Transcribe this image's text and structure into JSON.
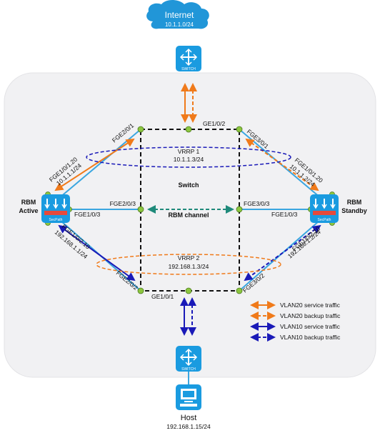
{
  "internet": {
    "name": "Internet",
    "subnet": "10.1.1.0/24"
  },
  "switch_label": "SWITCH",
  "switch_area_label": "Switch",
  "ports": {
    "ge_top": "GE1/0/2",
    "ge_bottom": "GE1/0/1",
    "fge2_1": "FGE2/0/1",
    "fge2_2": "FGE2/0/2",
    "fge2_3": "FGE2/0/3",
    "fge3_1": "FGE3/0/1",
    "fge3_2": "FGE3/0/2",
    "fge3_3": "FGE3/0/3",
    "active_upper": "FGE1/0/1.20",
    "active_upper_ip": "10.1.1.1/24",
    "active_mid": "FGE1/0/3",
    "active_lower": "FGE1/0/2.10",
    "active_lower_ip": "192.168.1.1/24",
    "standby_upper": "FGE1/0/1.20",
    "standby_upper_ip": "10.1.1.2/24",
    "standby_mid": "FGE1/0/3",
    "standby_lower": "FGE1/0/2.10",
    "standby_lower_ip": "192.168.1.2/24"
  },
  "vrrp1": {
    "name": "VRRP 1",
    "ip": "10.1.1.3/24"
  },
  "vrrp2": {
    "name": "VRRP 2",
    "ip": "192.168.1.3/24"
  },
  "rbm_channel": "RBM channel",
  "fw_active": {
    "line1": "RBM",
    "line2": "Active",
    "device": "SecPath"
  },
  "fw_standby": {
    "line1": "RBM",
    "line2": "Standby",
    "device": "SecPath"
  },
  "host": {
    "name": "Host",
    "ip": "192.168.1.15/24"
  },
  "legend": [
    {
      "label": "VLAN20 service traffic",
      "color": "#f07a1a",
      "style": "solid"
    },
    {
      "label": "VLAN20 backup traffic",
      "color": "#f07a1a",
      "style": "dashed"
    },
    {
      "label": "VLAN10 service traffic",
      "color": "#1a1ab8",
      "style": "solid"
    },
    {
      "label": "VLAN10 backup traffic",
      "color": "#1a1ab8",
      "style": "dashed"
    }
  ],
  "colors": {
    "orange": "#f07a1a",
    "blue": "#1a1ab8",
    "teal": "#1f8a7a",
    "link": "#3aa6e0",
    "device": "#1a9be0",
    "port": "#8cc63f"
  }
}
